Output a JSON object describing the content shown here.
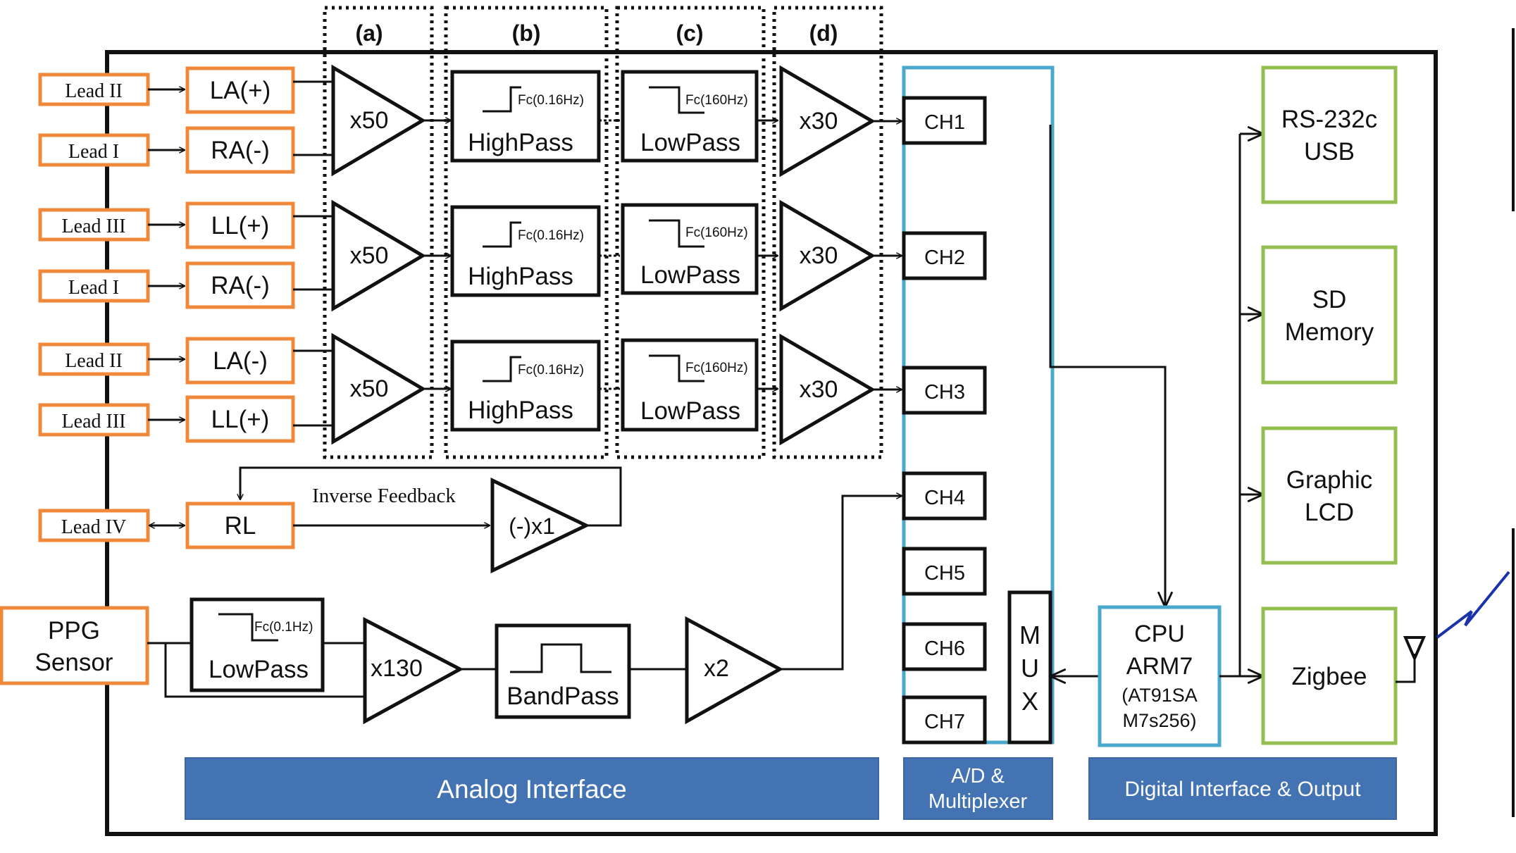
{
  "stages": [
    "(a)",
    "(b)",
    "(c)",
    "(d)"
  ],
  "ecg_channels": [
    {
      "leads": [
        {
          "lead": "Lead II",
          "electrode": "LA(+)"
        },
        {
          "lead": "Lead I",
          "electrode": "RA(-)"
        }
      ],
      "gain1": "x50",
      "highpass": {
        "label": "HighPass",
        "fc": "Fc(0.16Hz)"
      },
      "lowpass": {
        "label": "LowPass",
        "fc": "Fc(160Hz)"
      },
      "gain2": "x30",
      "adc_channel": "CH1"
    },
    {
      "leads": [
        {
          "lead": "Lead III",
          "electrode": "LL(+)"
        },
        {
          "lead": "Lead I",
          "electrode": "RA(-)"
        }
      ],
      "gain1": "x50",
      "highpass": {
        "label": "HighPass",
        "fc": "Fc(0.16Hz)"
      },
      "lowpass": {
        "label": "LowPass",
        "fc": "Fc(160Hz)"
      },
      "gain2": "x30",
      "adc_channel": "CH2"
    },
    {
      "leads": [
        {
          "lead": "Lead II",
          "electrode": "LA(-)"
        },
        {
          "lead": "Lead III",
          "electrode": "LL(+)"
        }
      ],
      "gain1": "x50",
      "highpass": {
        "label": "HighPass",
        "fc": "Fc(0.16Hz)"
      },
      "lowpass": {
        "label": "LowPass",
        "fc": "Fc(160Hz)"
      },
      "gain2": "x30",
      "adc_channel": "CH3"
    }
  ],
  "feedback": {
    "lead": "Lead IV",
    "electrode": "RL",
    "label": "Inverse Feedback",
    "amp": "(-)x1"
  },
  "ppg": {
    "sensor": [
      "PPG",
      "Sensor"
    ],
    "lowpass": {
      "label": "LowPass",
      "fc": "Fc(0.1Hz)"
    },
    "amp1": "x130",
    "bandpass": "BandPass",
    "amp2": "x2",
    "adc_channel": "CH4"
  },
  "spare_channels": [
    "CH5",
    "CH6",
    "CH7"
  ],
  "mux_letters": [
    "M",
    "U",
    "X"
  ],
  "cpu": [
    "CPU",
    "ARM7",
    "(AT91SA",
    "M7s256)"
  ],
  "outputs": [
    [
      "RS-232c",
      "USB"
    ],
    [
      "SD",
      "Memory"
    ],
    [
      "Graphic",
      "LCD"
    ],
    [
      "Zigbee"
    ]
  ],
  "sections": {
    "analog": "Analog Interface",
    "adc": [
      "A/D &",
      "Multiplexer"
    ],
    "digital": "Digital Interface & Output"
  },
  "colors": {
    "electrode_orange": "#f0883a",
    "output_green": "#93bf4f",
    "adc_cyan": "#4aa8cc",
    "section_blue": "#4473b4"
  }
}
